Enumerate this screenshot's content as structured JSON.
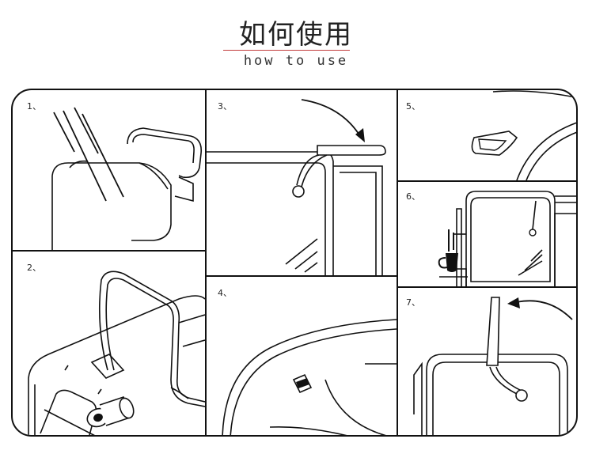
{
  "header": {
    "title": "如何使用",
    "subtitle": "how to use"
  },
  "steps": [
    {
      "label": "1、"
    },
    {
      "label": "2、"
    },
    {
      "label": "3、"
    },
    {
      "label": "4、"
    },
    {
      "label": "5、"
    },
    {
      "label": "6、"
    },
    {
      "label": "7、"
    }
  ]
}
